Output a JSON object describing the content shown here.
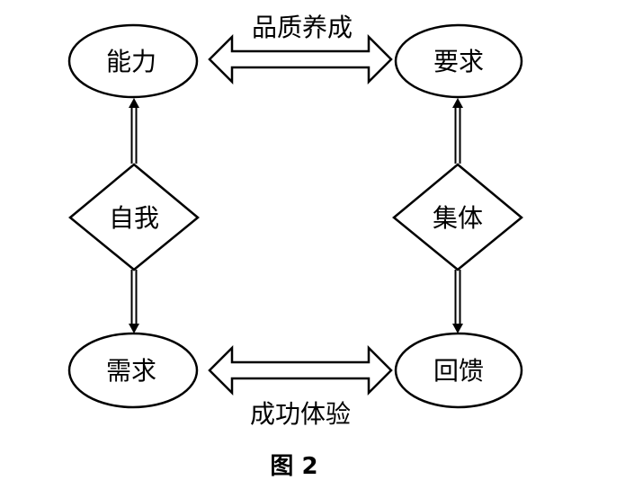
{
  "nodes": {
    "ability": "能力",
    "requirement": "要求",
    "self": "自我",
    "collective": "集体",
    "need": "需求",
    "feedback": "回馈"
  },
  "edges": {
    "top_label": "品质养成",
    "bottom_label": "成功体验"
  },
  "caption": "图 2",
  "colors": {
    "stroke": "#000000",
    "fill": "#ffffff"
  }
}
